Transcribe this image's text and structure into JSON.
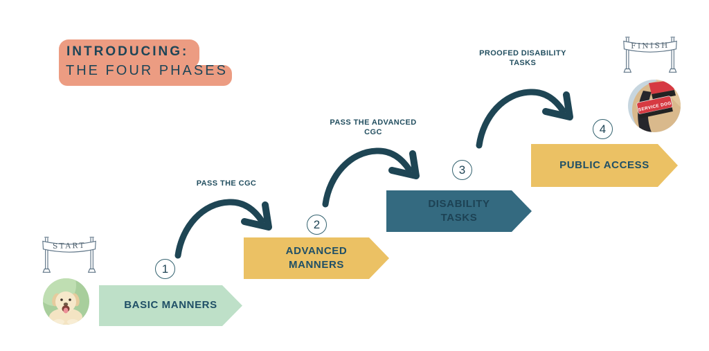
{
  "title": {
    "line1": "INTRODUCING:",
    "line2": "THE FOUR PHASES"
  },
  "start_gate": {
    "label": "START"
  },
  "finish_gate": {
    "label": "FINISH"
  },
  "phases": [
    {
      "number": "1",
      "label": "BASIC MANNERS"
    },
    {
      "number": "2",
      "label": "ADVANCED MANNERS"
    },
    {
      "number": "3",
      "label": "DISABILITY TASKS"
    },
    {
      "number": "4",
      "label": "PUBLIC ACCESS"
    }
  ],
  "transitions": [
    {
      "label": "PASS THE CGC"
    },
    {
      "label": "PASS THE ADVANCED CGC"
    },
    {
      "label": "PROOFED DISABILITY TASKS"
    }
  ],
  "finish_photo": {
    "vest_text": "SERVICE DOG"
  },
  "colors": {
    "salmon": "#EC9C82",
    "mint_green": "#BEE0C8",
    "mustard_yellow": "#EBC164",
    "teal": "#346A80",
    "dark_teal": "#1E4557"
  }
}
